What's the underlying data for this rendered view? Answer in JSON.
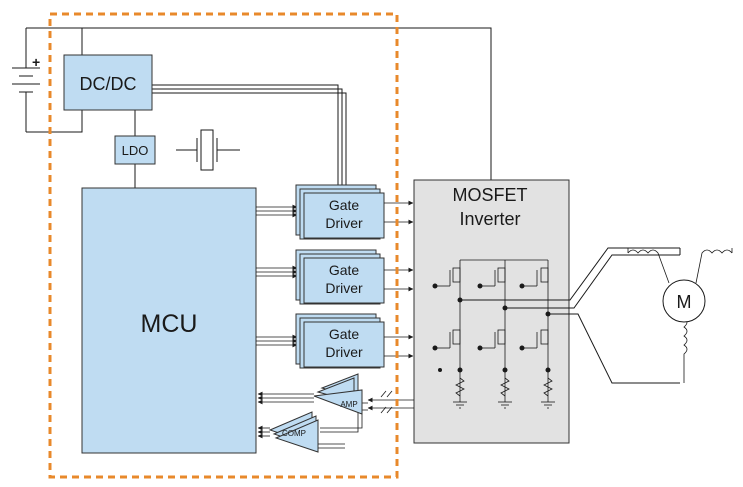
{
  "blocks": {
    "dcdc": "DC/DC",
    "ldo": "LDO",
    "mcu": "MCU",
    "gate_driver_line1": "Gate",
    "gate_driver_line2": "Driver",
    "inverter_line1": "MOSFET",
    "inverter_line2": "Inverter",
    "amp": "AMP",
    "comp": "COMP",
    "motor": "M",
    "battery_plus": "+"
  },
  "colors": {
    "block_fill": "#bfdcf2",
    "inverter_fill": "#e2e2e2",
    "boundary": "#e8892b",
    "wire": "#1a1a1a"
  },
  "icons": [
    "battery-icon",
    "crystal-icon",
    "mosfet-icon",
    "resistor-icon",
    "ground-icon",
    "motor-icon",
    "inductor-icon",
    "amplifier-icon",
    "comparator-icon"
  ]
}
